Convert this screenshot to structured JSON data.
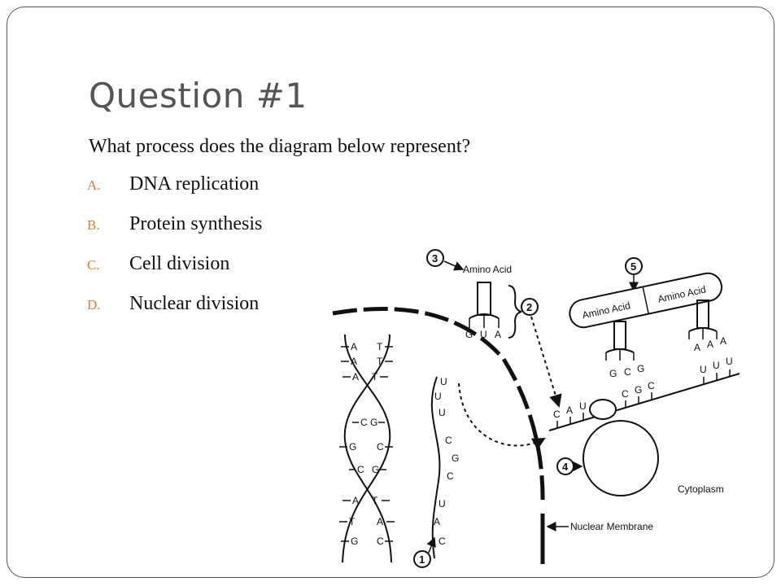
{
  "slide": {
    "title": "Question #1",
    "question": "What process does the diagram below represent?",
    "options": [
      {
        "letter": "A.",
        "text": "DNA replication"
      },
      {
        "letter": "B.",
        "text": "Protein synthesis"
      },
      {
        "letter": "C.",
        "text": "Cell division"
      },
      {
        "letter": "D.",
        "text": "Nuclear division"
      }
    ],
    "accent_color": "#e07b39"
  },
  "diagram": {
    "labels": {
      "amino_acid_top": "Amino Acid",
      "amino_acid_left": "Amino Acid",
      "amino_acid_right": "Amino Acid",
      "cytoplasm": "Cytoplasm",
      "nuclear_membrane": "Nuclear Membrane"
    },
    "callouts": [
      "1",
      "2",
      "3",
      "4",
      "5"
    ],
    "dna_left_bases": [
      "A",
      "A",
      "A",
      "C",
      "G",
      "C",
      "A",
      "T",
      "G"
    ],
    "dna_right_bases": [
      "T",
      "T",
      "T",
      "G",
      "C",
      "G",
      "T",
      "A",
      "C"
    ],
    "mrna_bases": [
      "U",
      "U",
      "U",
      "C",
      "G",
      "C",
      "U",
      "A",
      "C"
    ],
    "trna_anticodon_top": [
      "G",
      "U",
      "A"
    ],
    "trna_anticodon_left": [
      "G",
      "C",
      "G"
    ],
    "trna_anticodon_right": [
      "A",
      "A",
      "A"
    ],
    "mrna_codons_ribosome": [
      "C",
      "A",
      "U",
      "C",
      "G",
      "C"
    ],
    "mrna_codons_right": [
      "U",
      "U",
      "U"
    ]
  }
}
